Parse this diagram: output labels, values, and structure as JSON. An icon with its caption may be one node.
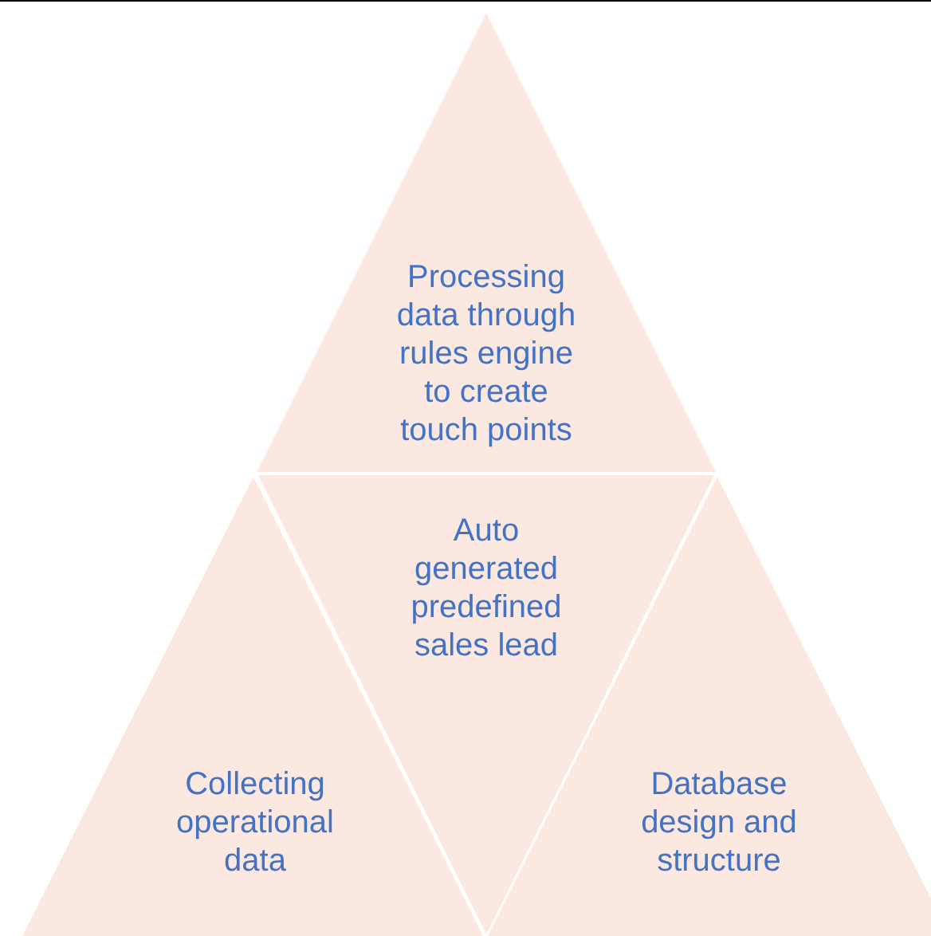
{
  "diagram": {
    "nodes": [
      {
        "text": [
          "Processing data through rules engine to create touch points"
        ]
      },
      {
        "text": [
          "Auto generated predefined sales lead"
        ]
      },
      {
        "text": [
          "Collecting operational data"
        ]
      },
      {
        "text": [
          "Database design and structure"
        ]
      }
    ]
  }
}
